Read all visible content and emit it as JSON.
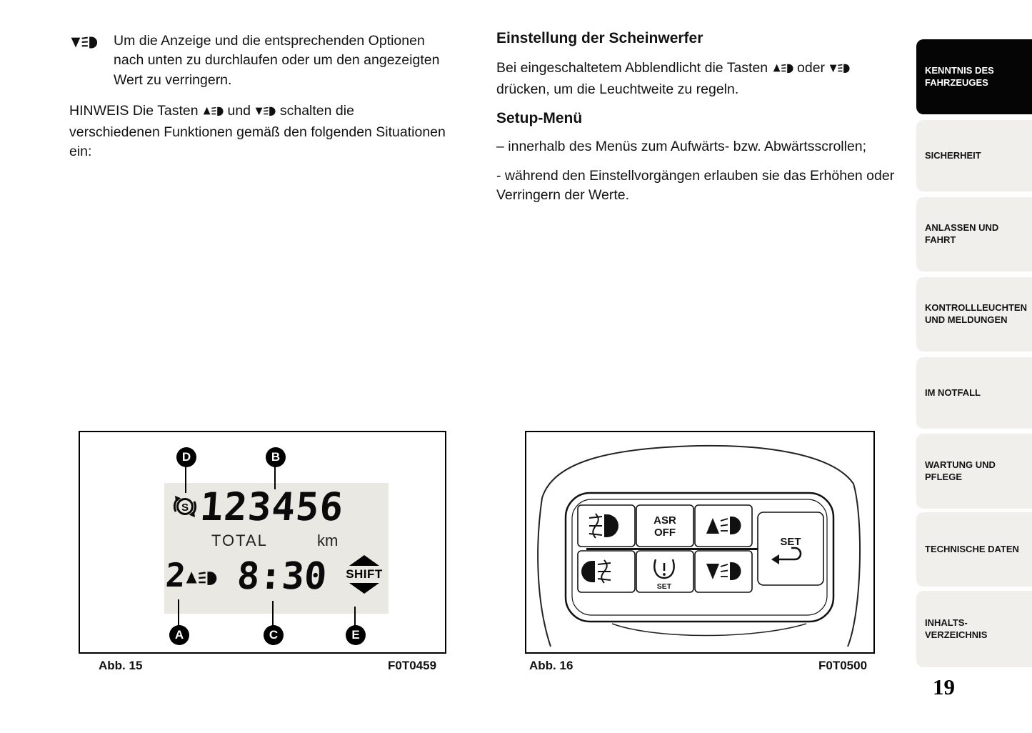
{
  "page": {
    "number": "19"
  },
  "icons": {
    "headlight_up": "headlight-up-icon",
    "headlight_down": "headlight-down-icon",
    "front_fog": "front-fog-icon",
    "rear_fog": "rear-fog-icon",
    "tpms_set": "tyre-pressure-set-icon",
    "set_return": "set-return-icon",
    "sport_shift": "sport-shift-icon",
    "shift_arrows": "shift-arrows-icon"
  },
  "left_column": {
    "item_text": "Um die Anzeige und die entsprechenden Optionen nach unten zu durchlaufen oder um den angezeigten Wert zu verringern.",
    "note_part1": "HINWEIS Die Tasten",
    "note_part2": "und",
    "note_part3": "schalten die verschiedenen Funktionen gemäß den folgenden Situationen ein:"
  },
  "right_column": {
    "heading1": "Einstellung der Scheinwerfer",
    "p1_part1": "Bei eingeschaltetem Abblendlicht die Tasten",
    "p1_part2": "oder",
    "p1_part3": "drücken, um die Leuchtweite zu regeln.",
    "heading2": "Setup-Menü",
    "p2": "– innerhalb des Menüs zum Aufwärts- bzw. Abwärtsscrollen;",
    "p3": "- während den Einstellvorgängen erlauben sie das Erhöhen oder Verringern der Werte."
  },
  "figure15": {
    "label": "Abb. 15",
    "code": "F0T0459",
    "digits": "123456",
    "total_label": "TOTAL",
    "unit": "km",
    "gear": "2",
    "time": "8:30",
    "shift_label": "SHIFT",
    "callouts": [
      "D",
      "B",
      "A",
      "C",
      "E"
    ]
  },
  "figure16": {
    "label": "Abb. 16",
    "code": "F0T0500",
    "asr_line1": "ASR",
    "asr_line2": "OFF",
    "tpms_label": "SET",
    "set_label": "SET"
  },
  "sidebar": {
    "tabs": [
      {
        "label": "KENNTNIS DES FAHRZEUGES",
        "active": true
      },
      {
        "label": "SICHERHEIT",
        "active": false
      },
      {
        "label": "ANLASSEN UND FAHRT",
        "active": false
      },
      {
        "label": "KONTROLLLEUCHTEN UND MELDUNGEN",
        "active": false
      },
      {
        "label": "IM NOTFALL",
        "active": false
      },
      {
        "label": "WARTUNG UND PFLEGE",
        "active": false
      },
      {
        "label": "TECHNISCHE DATEN",
        "active": false
      },
      {
        "label": "INHALTS-VERZEICHNIS",
        "active": false
      }
    ]
  }
}
